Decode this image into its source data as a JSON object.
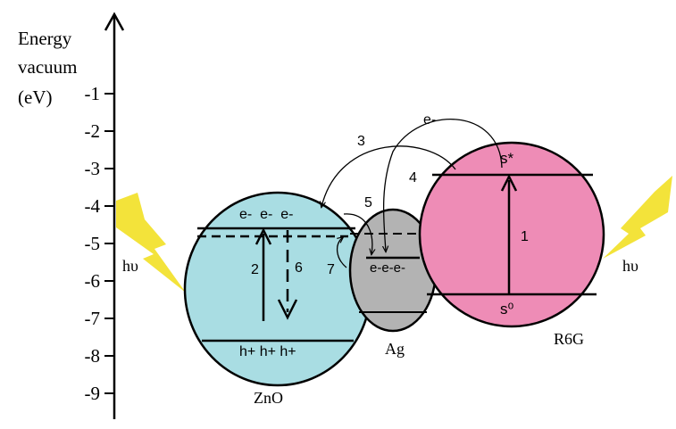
{
  "axis": {
    "title_line1": "Energy",
    "title_line2": "vacuum",
    "title_line3": "(eV)",
    "ticks": [
      "-1",
      "-2",
      "-3",
      "-4",
      "-5",
      "-6",
      "-7",
      "-8",
      "-9"
    ]
  },
  "particles": {
    "zno": {
      "label": "ZnO",
      "color": "#a9dde3",
      "electrons": "e-  e-  e-",
      "holes": "h+ h+ h+"
    },
    "ag": {
      "label": "Ag",
      "color": "#b3b3b3",
      "electrons": "e-e-e-"
    },
    "r6g": {
      "label": "R6G",
      "color": "#ee8cb6",
      "excited_state": "s*",
      "ground_state": "s⁰"
    }
  },
  "light": {
    "left_label": "hυ",
    "right_label": "hυ",
    "bolt_color": "#f3e33a"
  },
  "transitions": {
    "t1": "1",
    "t2": "2",
    "t3": "3",
    "t4": "4",
    "t5": "5",
    "t6": "6",
    "t7": "7",
    "electron_label": "e-"
  }
}
